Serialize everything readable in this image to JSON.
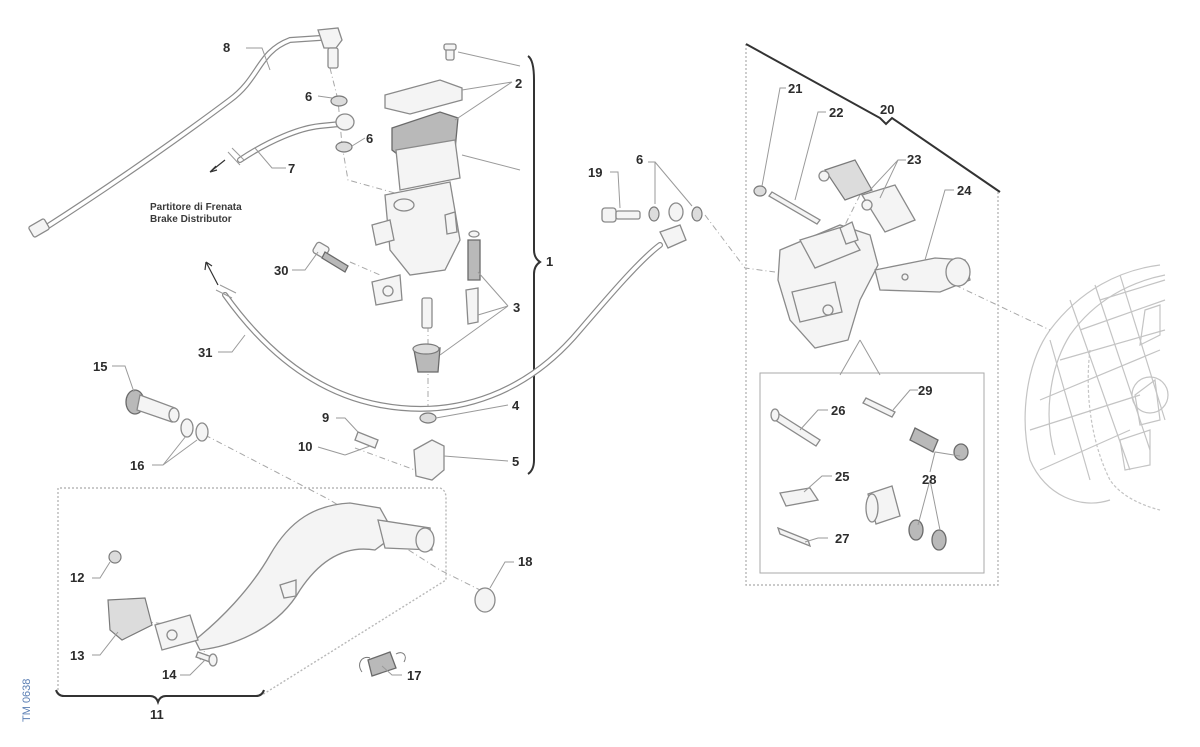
{
  "diagram": {
    "title": "Rear brake system exploded view",
    "drawing_code": "TM 0638",
    "note": {
      "line1": "Partitore di Frenata",
      "line2": "Brake Distributor"
    },
    "callouts": [
      {
        "id": "1",
        "label": "1",
        "part": "rear-master-cylinder-assembly"
      },
      {
        "id": "2",
        "label": "2",
        "part": "reservoir-cap-kit"
      },
      {
        "id": "3",
        "label": "3",
        "part": "piston-kit"
      },
      {
        "id": "4",
        "label": "4",
        "part": "nut"
      },
      {
        "id": "5",
        "label": "5",
        "part": "fork-joint"
      },
      {
        "id": "6a",
        "label": "6",
        "part": "washer"
      },
      {
        "id": "6b",
        "label": "6",
        "part": "washer"
      },
      {
        "id": "6c",
        "label": "6",
        "part": "washer"
      },
      {
        "id": "7",
        "label": "7",
        "part": "brake-hose"
      },
      {
        "id": "8",
        "label": "8",
        "part": "stop-switch"
      },
      {
        "id": "9",
        "label": "9",
        "part": "pin"
      },
      {
        "id": "10",
        "label": "10",
        "part": "split-pin"
      },
      {
        "id": "11",
        "label": "11",
        "part": "brake-pedal-assembly"
      },
      {
        "id": "12",
        "label": "12",
        "part": "nut"
      },
      {
        "id": "13",
        "label": "13",
        "part": "pedal-tip"
      },
      {
        "id": "14",
        "label": "14",
        "part": "screw"
      },
      {
        "id": "15",
        "label": "15",
        "part": "pedal-pivot"
      },
      {
        "id": "16",
        "label": "16",
        "part": "o-rings"
      },
      {
        "id": "17",
        "label": "17",
        "part": "return-spring"
      },
      {
        "id": "18",
        "label": "18",
        "part": "washer"
      },
      {
        "id": "19",
        "label": "19",
        "part": "banjo-bolt"
      },
      {
        "id": "20",
        "label": "20",
        "part": "rear-caliper-assembly"
      },
      {
        "id": "21",
        "label": "21",
        "part": "plug"
      },
      {
        "id": "22",
        "label": "22",
        "part": "pad-pin"
      },
      {
        "id": "23",
        "label": "23",
        "part": "brake-pads"
      },
      {
        "id": "24",
        "label": "24",
        "part": "caliper-bracket"
      },
      {
        "id": "25",
        "label": "25",
        "part": "pad-spring"
      },
      {
        "id": "26",
        "label": "26",
        "part": "slide-pin"
      },
      {
        "id": "27",
        "label": "27",
        "part": "pad-guide"
      },
      {
        "id": "28",
        "label": "28",
        "part": "seal-kit"
      },
      {
        "id": "29",
        "label": "29",
        "part": "bleed-valve"
      },
      {
        "id": "30",
        "label": "30",
        "part": "screw"
      },
      {
        "id": "31",
        "label": "31",
        "part": "brake-pipe"
      }
    ]
  }
}
